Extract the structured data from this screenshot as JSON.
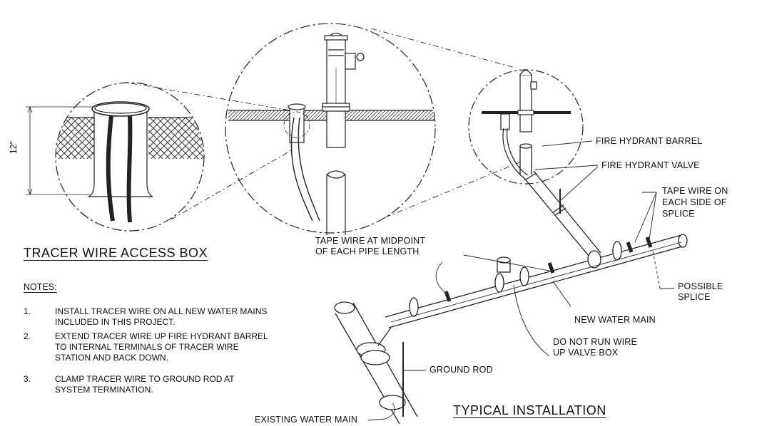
{
  "access_box": {
    "title": "TRACER WIRE ACCESS BOX",
    "dimension": "12\""
  },
  "notes": {
    "heading": "NOTES:",
    "items": [
      {
        "num": "1.",
        "text": "INSTALL TRACER WIRE ON ALL NEW WATER MAINS INCLUDED IN THIS PROJECT."
      },
      {
        "num": "2.",
        "text": "EXTEND TRACER WIRE UP FIRE HYDRANT BARREL TO INTERNAL TERMINALS OF TRACER WIRE STATION AND BACK DOWN."
      },
      {
        "num": "3.",
        "text": "CLAMP TRACER WIRE TO GROUND ROD AT SYSTEM TERMINATION."
      }
    ]
  },
  "installation": {
    "title": "TYPICAL INSTALLATION",
    "labels": {
      "fire_hydrant_barrel": "FIRE HYDRANT BARREL",
      "fire_hydrant_valve": "FIRE HYDRANT VALVE",
      "tape_wire_splice_1": "TAPE WIRE ON",
      "tape_wire_splice_2": "EACH SIDE OF",
      "tape_wire_splice_3": "SPLICE",
      "tape_wire_mid_1": "TAPE WIRE AT MIDPOINT",
      "tape_wire_mid_2": "OF EACH PIPE LENGTH",
      "possible_splice_1": "POSSIBLE",
      "possible_splice_2": "SPLICE",
      "new_water_main": "NEW WATER MAIN",
      "no_wire_1": "DO NOT RUN WIRE",
      "no_wire_2": "UP VALVE BOX",
      "ground_rod": "GROUND ROD",
      "existing_main": "EXISTING WATER MAIN"
    }
  }
}
